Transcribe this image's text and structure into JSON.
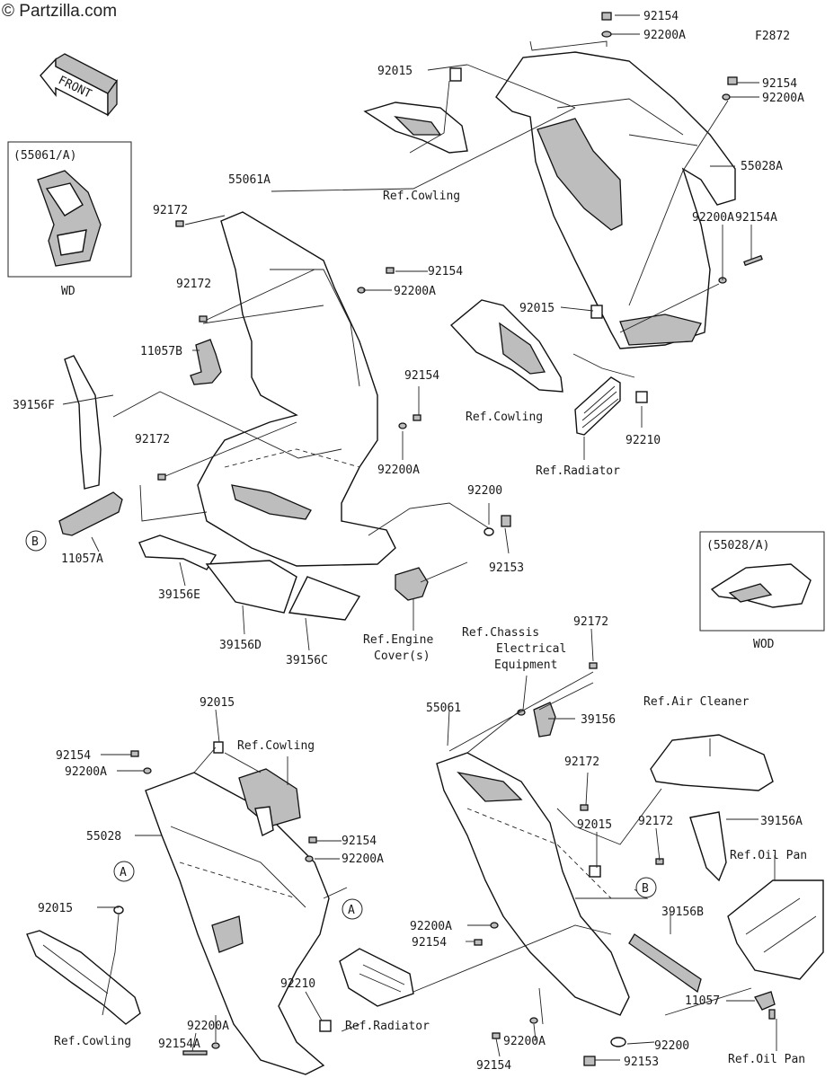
{
  "watermark": "© Partzilla.com",
  "figure_code": "F2872",
  "front_label": "FRONT",
  "insets": {
    "wd_title": "(55061/A)",
    "wd_caption": "WD",
    "wod_title": "(55028/A)",
    "wod_caption": "WOD"
  },
  "callouts": {
    "a": "A",
    "b": "B"
  },
  "labels": {
    "l92154_top": "92154",
    "l92200A_top": "92200A",
    "l92015_a": "92015",
    "l92154_b": "92154",
    "l92200A_b": "92200A",
    "l55028A": "55028A",
    "l92154A_a": "92154A",
    "l92200A_c": "92200A",
    "l55061A": "55061A",
    "l92172_a": "92172",
    "l92154_c": "92154",
    "l92200A_d": "92200A",
    "l92172_b": "92172",
    "l92015_b": "92015",
    "l11057B": "11057B",
    "l39156F": "39156F",
    "l92154_d": "92154",
    "l92210_a": "92210",
    "l92172_c": "92172",
    "l92200A_e": "92200A",
    "l92200_a": "92200",
    "l11057A": "11057A",
    "l92153_a": "92153",
    "l39156E": "39156E",
    "l39156D": "39156D",
    "l39156C": "39156C",
    "l92172_d": "92172",
    "l92015_c": "92015",
    "l55061": "55061",
    "l39156": "39156",
    "l92154_e": "92154",
    "l92200A_f": "92200A",
    "l92172_e": "92172",
    "l55028": "55028",
    "l92015_d": "92015",
    "l92172_f": "92172",
    "l39156A": "39156A",
    "l92154_f": "92154",
    "l92200A_g": "92200A",
    "l92015_e": "92015",
    "l39156B": "39156B",
    "l92200A_h": "92200A",
    "l92154_g": "92154",
    "l92210_b": "92210",
    "l11057": "11057",
    "l92200A_i": "92200A",
    "l92154A_b": "92154A",
    "l92200A_j": "92200A",
    "l92154_h": "92154",
    "l92200_b": "92200",
    "l92153_b": "92153"
  },
  "refs": {
    "cowling_1": "Ref.Cowling",
    "cowling_2": "Ref.Cowling",
    "cowling_3": "Ref.Cowling",
    "cowling_4": "Ref.Cowling",
    "radiator_1": "Ref.Radiator",
    "radiator_2": "Ref.Radiator",
    "engine_cover_1": "Ref.Engine",
    "engine_cover_2": "Cover(s)",
    "chassis_1": "Ref.Chassis",
    "chassis_2": "Electrical",
    "chassis_3": "Equipment",
    "air_cleaner": "Ref.Air Cleaner",
    "oil_pan_1": "Ref.Oil Pan",
    "oil_pan_2": "Ref.Oil Pan"
  }
}
